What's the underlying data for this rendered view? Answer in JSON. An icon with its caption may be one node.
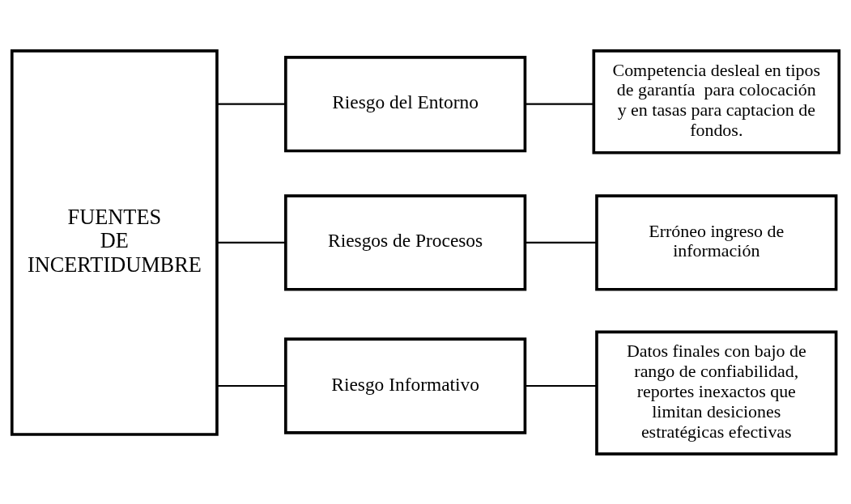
{
  "diagram": {
    "nodes": [
      {
        "text": [
          "FUENTES DE INCERTIDUMBRE"
        ]
      },
      {
        "text": [
          "Riesgo del Entorno"
        ]
      },
      {
        "text": [
          "Riesgos de Procesos"
        ]
      },
      {
        "text": [
          "Riesgo Informativo"
        ]
      },
      {
        "text": [
          "Competencia desleal en tipos de garantía  para colocación y en tasas para captacion de fondos."
        ]
      },
      {
        "text": [
          "Erróneo ingreso de información"
        ]
      },
      {
        "text": [
          "Datos finales con bajo de rango de confiabilidad, reportes inexactos que limitan desiciones estratégicas efectivas"
        ]
      }
    ],
    "edges": [
      {
        "from": 0,
        "to": 1,
        "arrow": "none"
      },
      {
        "from": 0,
        "to": 2,
        "arrow": "none"
      },
      {
        "from": 0,
        "to": 3,
        "arrow": "none"
      },
      {
        "from": 1,
        "to": 4,
        "arrow": "none"
      },
      {
        "from": 2,
        "to": 5,
        "arrow": "none"
      },
      {
        "from": 3,
        "to": 6,
        "arrow": "none"
      }
    ]
  }
}
